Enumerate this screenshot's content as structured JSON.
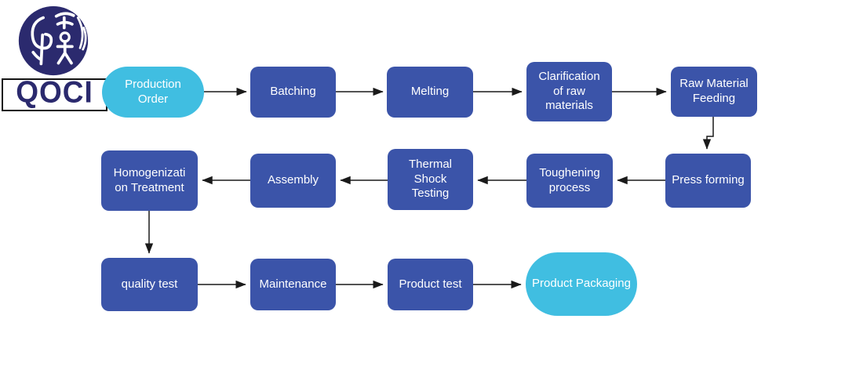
{
  "logo": {
    "wordmark": "QOCI",
    "seal_icon": "chinese-seal-characters-in-circle",
    "navy": "#2B2A6E"
  },
  "colors": {
    "process_box": "#3B54A9",
    "terminator": "#40BEE1",
    "arrow": "#1a1a1a",
    "node_text": "#ffffff",
    "background": "#ffffff"
  },
  "flowchart": {
    "nodes": [
      {
        "id": "production-order",
        "label": "Production Order",
        "shape": "stadium"
      },
      {
        "id": "batching",
        "label": "Batching",
        "shape": "rect"
      },
      {
        "id": "melting",
        "label": "Melting",
        "shape": "rect"
      },
      {
        "id": "clarification",
        "label": "Clarification of raw materials",
        "shape": "rect"
      },
      {
        "id": "raw-material-feeding",
        "label": "Raw Material Feeding",
        "shape": "rect"
      },
      {
        "id": "press-forming",
        "label": "Press forming",
        "shape": "rect"
      },
      {
        "id": "toughening-process",
        "label": "Toughening process",
        "shape": "rect"
      },
      {
        "id": "thermal-shock-testing",
        "label": "Thermal Shock Testing",
        "shape": "rect"
      },
      {
        "id": "assembly",
        "label": "Assembly",
        "shape": "rect"
      },
      {
        "id": "homogenization-treatment",
        "label": "Homogenizati on Treatment",
        "shape": "rect"
      },
      {
        "id": "quality-test",
        "label": "quality test",
        "shape": "rect"
      },
      {
        "id": "maintenance",
        "label": "Maintenance",
        "shape": "rect"
      },
      {
        "id": "product-test",
        "label": "Product test",
        "shape": "rect"
      },
      {
        "id": "product-packaging",
        "label": "Product Packaging",
        "shape": "stadium"
      }
    ],
    "connections": [
      {
        "from": "production-order",
        "to": "batching"
      },
      {
        "from": "batching",
        "to": "melting"
      },
      {
        "from": "melting",
        "to": "clarification"
      },
      {
        "from": "clarification",
        "to": "raw-material-feeding"
      },
      {
        "from": "raw-material-feeding",
        "to": "press-forming"
      },
      {
        "from": "press-forming",
        "to": "toughening-process"
      },
      {
        "from": "toughening-process",
        "to": "thermal-shock-testing"
      },
      {
        "from": "thermal-shock-testing",
        "to": "assembly"
      },
      {
        "from": "assembly",
        "to": "homogenization-treatment"
      },
      {
        "from": "homogenization-treatment",
        "to": "quality-test"
      },
      {
        "from": "quality-test",
        "to": "maintenance"
      },
      {
        "from": "maintenance",
        "to": "product-test"
      },
      {
        "from": "product-test",
        "to": "product-packaging"
      }
    ]
  }
}
